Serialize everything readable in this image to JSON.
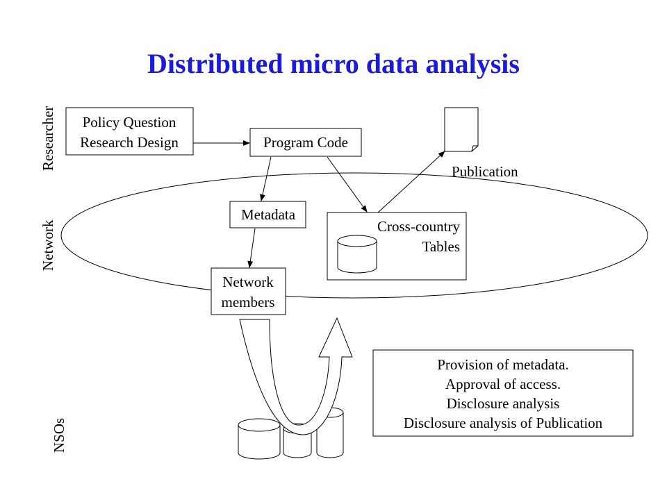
{
  "title": "Distributed micro data analysis",
  "side_labels": {
    "researcher": "Researcher",
    "network": "Network",
    "nsos": "NSOs"
  },
  "boxes": {
    "policy": [
      "Policy Question",
      "Research Design"
    ],
    "program_code": [
      "Program Code"
    ],
    "metadata": [
      "Metadata"
    ],
    "network_members": [
      "Network",
      "members"
    ],
    "cross_country": [
      "Cross-country",
      "Tables"
    ]
  },
  "publication_label": "Publication",
  "notes": [
    "Provision of metadata.",
    "Approval of access.",
    "Disclosure analysis",
    "Disclosure analysis of Publication"
  ]
}
